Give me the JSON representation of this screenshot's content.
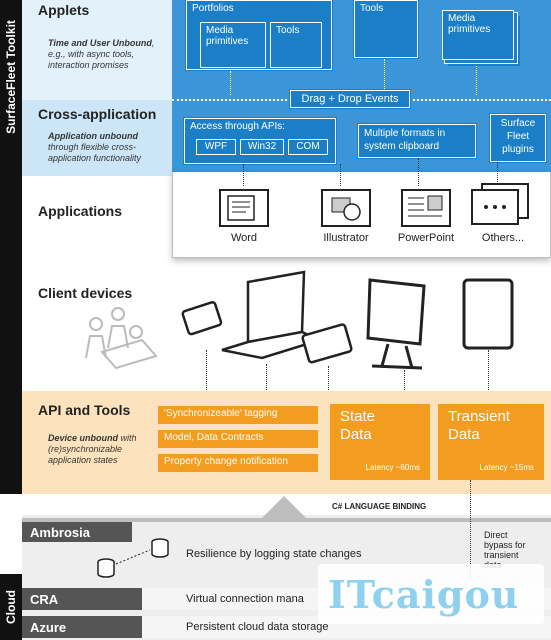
{
  "sidebar": {
    "toolkit_label": "SurfaceFleet Toolkit",
    "cloud_label": "Cloud"
  },
  "layers": {
    "applets": {
      "title": "Applets",
      "desc_bold": "Time and User Unbound",
      "desc_rest": ", e.g., with async tools, interaction promises"
    },
    "cross_app": {
      "title": "Cross-application",
      "desc_bold": "Application unbound",
      "desc_rest": " through flexible cross-application functionality"
    },
    "applications": {
      "title": "Applications"
    },
    "client_devices": {
      "title": "Client devices"
    },
    "api_tools": {
      "title": "API and Tools",
      "desc_bold": "Device unbound",
      "desc_rest": " with (re)synchronizable application states"
    }
  },
  "applet_panel": {
    "portfolios": "Portfolios",
    "media_primitives_1": "Media primitives",
    "tools_1": "Tools",
    "tools_2": "Tools",
    "media_primitives_2": "Media primitives",
    "drag_drop": "Drag + Drop Events",
    "access_apis": "Access through APIs:",
    "api_wpf": "WPF",
    "api_win32": "Win32",
    "api_com": "COM",
    "multiple_formats": "Multiple formats in system clipboard",
    "plugins": "Surface Fleet plugins"
  },
  "apps": [
    {
      "label": "Word"
    },
    {
      "label": "Illustrator"
    },
    {
      "label": "PowerPoint"
    },
    {
      "label": "Others..."
    }
  ],
  "api_boxes": {
    "sync_tagging": "'Synchronizeable' tagging",
    "model_contracts": "Model, Data Contracts",
    "prop_change": "Property change notification",
    "state_data": "State Data",
    "state_latency": "Latency ~60ms",
    "transient_data": "Transient Data",
    "transient_latency": "Latency ~15ms"
  },
  "binding": {
    "label": "C# LANGUAGE BINDING",
    "bypass": "Direct bypass for transient data"
  },
  "cloud_rows": [
    {
      "name": "Ambrosia",
      "text": "Resilience by logging state changes"
    },
    {
      "name": "CRA",
      "text": "Virtual connection mana"
    },
    {
      "name": "Azure",
      "text": "Persistent cloud data storage"
    }
  ],
  "watermark": "ITcaigou",
  "colors": {
    "blue": "#1a7fc6",
    "light_blue": "#cde6f7",
    "orange": "#f29d1f",
    "light_orange": "#fde3bd",
    "dark_gray": "#555555"
  }
}
